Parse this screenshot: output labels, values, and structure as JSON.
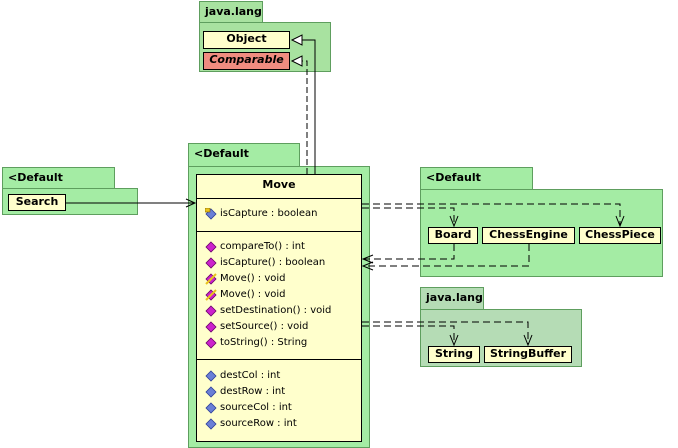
{
  "packages": {
    "java_lang_top": {
      "label": "java.lang",
      "classes": [
        "Object",
        "Comparable"
      ]
    },
    "default_left": {
      "label": "<Default Package>",
      "classes": [
        "Search"
      ]
    },
    "default_center": {
      "label": "<Default Package>"
    },
    "default_right": {
      "label": "<Default Package>",
      "classes": [
        "Board",
        "ChessEngine",
        "ChessPiece"
      ]
    },
    "java_lang_bottom": {
      "label": "java.lang",
      "classes": [
        "String",
        "StringBuffer"
      ]
    }
  },
  "move_class": {
    "name": "Move",
    "attributes_top": [
      {
        "text": "isCapture : boolean",
        "icon": "attribute-icon"
      }
    ],
    "methods": [
      {
        "text": "compareTo() : int",
        "icon": "method-icon"
      },
      {
        "text": "isCapture() : boolean",
        "icon": "method-icon"
      },
      {
        "text": "Move() : void",
        "icon": "constructor-icon"
      },
      {
        "text": "Move() : void",
        "icon": "constructor-icon"
      },
      {
        "text": "setDestination() : void",
        "icon": "method-icon"
      },
      {
        "text": "setSource() : void",
        "icon": "method-icon"
      },
      {
        "text": "toString() : String",
        "icon": "method-icon"
      }
    ],
    "fields": [
      {
        "text": "destCol : int",
        "icon": "field-icon"
      },
      {
        "text": "destRow : int",
        "icon": "field-icon"
      },
      {
        "text": "sourceCol : int",
        "icon": "field-icon"
      },
      {
        "text": "sourceRow : int",
        "icon": "field-icon"
      }
    ]
  },
  "colors": {
    "package_green": "#a8e2a0",
    "class_fill": "#ffffcc",
    "abstract_fill": "#f08c80",
    "method_icon": "#cc22cc",
    "field_icon": "#6a7fd6"
  }
}
